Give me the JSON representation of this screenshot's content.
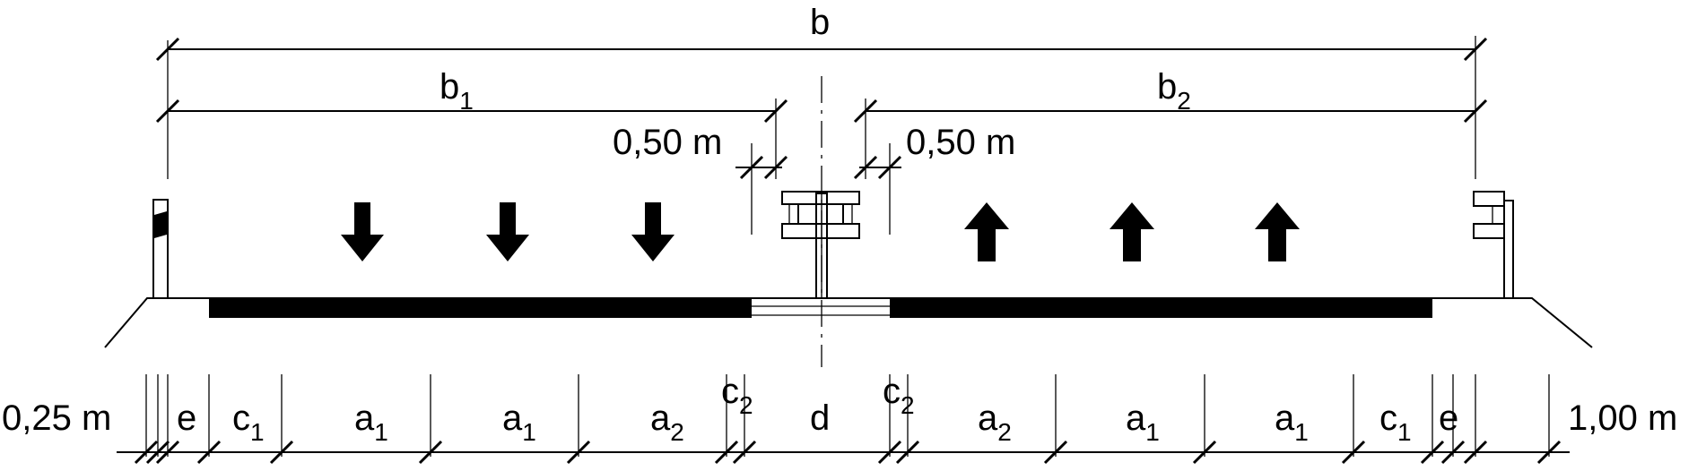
{
  "labels": {
    "total_width": "b",
    "left_width_base": "b",
    "left_width_sub": "1",
    "right_width_base": "b",
    "right_width_sub": "2",
    "left_clearance": "0,50 m",
    "right_clearance": "0,50 m",
    "left_edge_offset": "0,25 m",
    "right_edge_offset": "1,00 m",
    "median": "d"
  },
  "bottom_dimensions": [
    {
      "base": "e",
      "sub": ""
    },
    {
      "base": "c",
      "sub": "1"
    },
    {
      "base": "a",
      "sub": "1"
    },
    {
      "base": "a",
      "sub": "1"
    },
    {
      "base": "a",
      "sub": "2"
    },
    {
      "base": "c",
      "sub": "2"
    },
    {
      "base": "c",
      "sub": "2"
    },
    {
      "base": "a",
      "sub": "2"
    },
    {
      "base": "a",
      "sub": "1"
    },
    {
      "base": "a",
      "sub": "1"
    },
    {
      "base": "c",
      "sub": "1"
    },
    {
      "base": "e",
      "sub": ""
    }
  ],
  "traffic_directions": [
    "down",
    "down",
    "down",
    "up",
    "up",
    "up"
  ]
}
